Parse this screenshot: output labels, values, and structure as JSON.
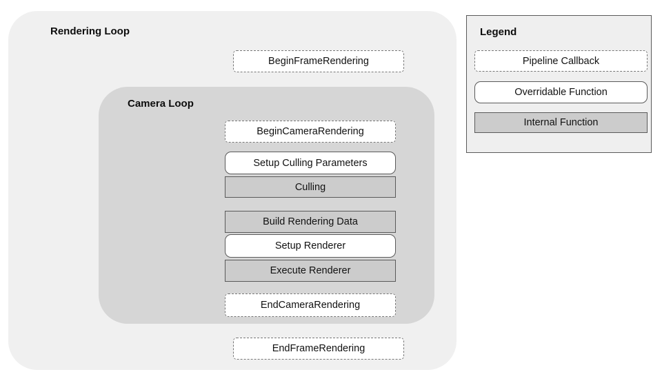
{
  "diagram": {
    "rendering_loop": {
      "title": "Rendering Loop",
      "begin_frame": {
        "label": "BeginFrameRendering",
        "type": "pipeline-callback"
      },
      "camera_loop": {
        "title": "Camera Loop",
        "nodes": [
          {
            "label": "BeginCameraRendering",
            "type": "pipeline-callback"
          },
          {
            "label": "Setup Culling Parameters",
            "type": "overridable-function"
          },
          {
            "label": "Culling",
            "type": "internal-function"
          },
          {
            "label": "Build Rendering Data",
            "type": "internal-function"
          },
          {
            "label": "Setup Renderer",
            "type": "overridable-function"
          },
          {
            "label": "Execute Renderer",
            "type": "internal-function"
          },
          {
            "label": "EndCameraRendering",
            "type": "pipeline-callback"
          }
        ]
      },
      "end_frame": {
        "label": "EndFrameRendering",
        "type": "pipeline-callback"
      }
    },
    "legend": {
      "title": "Legend",
      "items": [
        {
          "label": "Pipeline Callback",
          "type": "pipeline-callback"
        },
        {
          "label": "Overridable Function",
          "type": "overridable-function"
        },
        {
          "label": "Internal Function",
          "type": "internal-function"
        }
      ]
    }
  },
  "colors": {
    "outer_bg": "#f0f0f0",
    "camera_bg": "#d6d6d6",
    "internal_fill": "#cccccc",
    "solid_border": "#595959",
    "dash_border": "#757575",
    "legend_bg": "#efefef"
  }
}
